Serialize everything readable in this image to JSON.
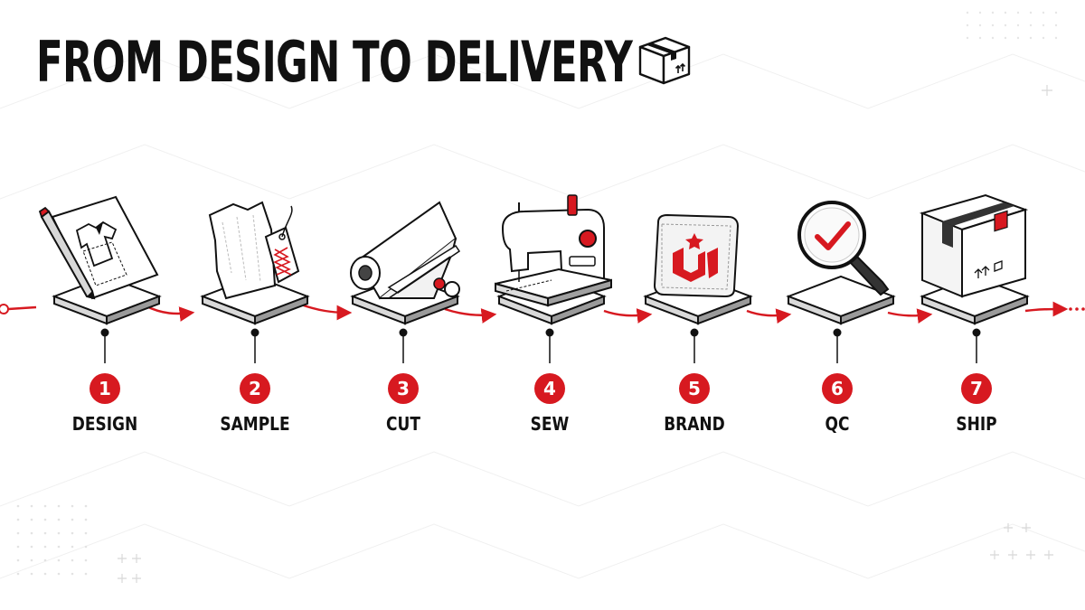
{
  "title": "FROM DESIGN TO DELIVERY",
  "title_icon": "package-box-icon",
  "colors": {
    "accent": "#d71920",
    "ink": "#111111",
    "background": "#ffffff"
  },
  "steps": [
    {
      "number": "1",
      "label": "DESIGN",
      "icon": "shirt-sketch-pencil-icon"
    },
    {
      "number": "2",
      "label": "SAMPLE",
      "icon": "pattern-tag-icon"
    },
    {
      "number": "3",
      "label": "CUT",
      "icon": "fabric-roll-scissors-icon"
    },
    {
      "number": "4",
      "label": "SEW",
      "icon": "sewing-machine-icon"
    },
    {
      "number": "5",
      "label": "BRAND",
      "icon": "brand-badge-icon"
    },
    {
      "number": "6",
      "label": "QC",
      "icon": "magnifier-check-icon"
    },
    {
      "number": "7",
      "label": "SHIP",
      "icon": "shipping-box-icon"
    }
  ]
}
